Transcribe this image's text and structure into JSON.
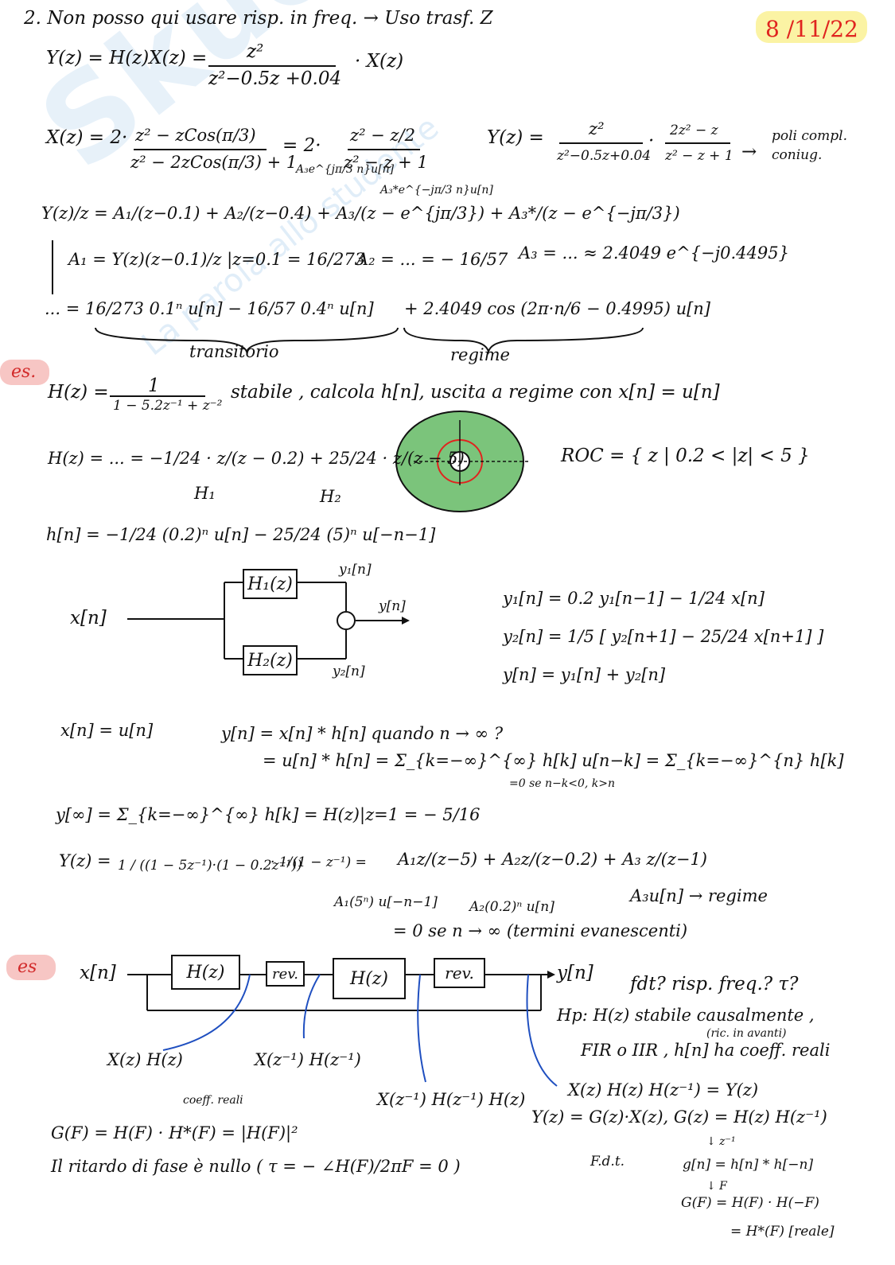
{
  "date": "8 /11/22",
  "watermark": "Skuola.net",
  "watermark_sub": "La parola allo studente",
  "tags": {
    "es1": "es.",
    "es2": "es"
  },
  "lines": [
    "2. Non posso qui usare risp. in freq. → Uso trasf. Z",
    "Y(z) = H(z)X(z) =",
    "z²",
    "z²−0.5z +0.04",
    "· X(z)",
    "X(z) = 2·",
    "z² − zCos(π/3)",
    "z² − 2zCos(π/3) + 1",
    "= 2·",
    "z² − z/2",
    "z² − z + 1",
    "Y(z) =",
    "z²",
    "z²−0.5z+0.04",
    "·",
    "2z² − z",
    "z² − z + 1",
    "→",
    "poli compl. coniug.",
    "A₃e^{jπ/3 n}u[n]",
    "A₃*e^{−jπ/3 n}u[n]",
    "Y(z)/z = A₁/(z−0.1) + A₂/(z−0.4) + A₃/(z − e^{jπ/3}) + A₃*/(z − e^{−jπ/3})",
    "A₁ = Y(z)(z−0.1)/z |z=0.1 = 16/273",
    "A₂ = ... = − 16/57",
    "A₃ = ... ≈ 2.4049 e^{−j0.4495}",
    "... = 16/273 0.1ⁿ u[n] − 16/57 0.4ⁿ u[n]",
    "+ 2.4049 cos (2π·n/6 − 0.4995) u[n]",
    "transitorio",
    "regime",
    "H(z) =",
    "1",
    "1 − 5.2z⁻¹ + z⁻²",
    "stabile , calcola h[n], uscita a regime con x[n] = u[n]",
    "H(z) = ... = −1/24 · z/(z − 0.2) + 25/24 · z/(z − 5)",
    "H₁",
    "H₂",
    "ROC = { z | 0.2 < |z| < 5 }",
    "h[n] = −1/24 (0.2)ⁿ u[n] − 25/24 (5)ⁿ u[−n−1]",
    "x[n]",
    "y₁[n]",
    "y[n]",
    "y₂[n]",
    "y₁[n] = 0.2 y₁[n−1] − 1/24 x[n]",
    "y₂[n] = 1/5 [ y₂[n+1] − 25/24 x[n+1] ]",
    "y[n] = y₁[n] + y₂[n]",
    "x[n] = u[n]",
    "y[n] = x[n] * h[n] quando n → ∞ ?",
    "= u[n] * h[n] = Σ_{k=−∞}^{∞} h[k] u[n−k] = Σ_{k=−∞}^{n} h[k]",
    "=0 se n−k<0, k>n",
    "y[∞] = Σ_{k=−∞}^{∞} h[k] = H(z)|z=1 = − 5/16",
    "Y(z) =",
    "1 / ((1 − 5z⁻¹)·(1 − 0.2z⁻¹))",
    "·  1/(1 − z⁻¹)  =",
    "A₁z/(z−5) + A₂z/(z−0.2) + A₃ z/(z−1)",
    "A₁(5ⁿ) u[−n−1]",
    "A₂(0.2)ⁿ u[n]",
    "A₃u[n] → regime",
    "= 0 se n → ∞ (termini evanescenti)",
    "x[n]",
    "H(z)",
    "rev.",
    "H(z)",
    "rev.",
    "y[n]",
    "fdt? risp. freq.? τ?",
    "Hp: H(z) stabile causalmente ,",
    "(ric. in avanti)",
    "FIR o IIR , h[n] ha coeff. reali",
    "X(z) H(z)",
    "X(z⁻¹) H(z⁻¹)",
    "X(z⁻¹) H(z⁻¹) H(z)",
    "X(z) H(z) H(z⁻¹) = Y(z)",
    "coeff. reali",
    "G(F) = H(F) · H*(F) = |H(F)|²",
    "Il ritardo di fase è nullo ( τ = − ∠H(F)/2πF = 0 )",
    "Y(z) = G(z)·X(z),  G(z) = H(z) H(z⁻¹)",
    "F.d.t.",
    "↓ z⁻¹",
    "g[n] = h[n] * h[−n]",
    "↓ F",
    "G(F) = H(F) · H(−F)",
    "= H*(F) [reale]"
  ]
}
